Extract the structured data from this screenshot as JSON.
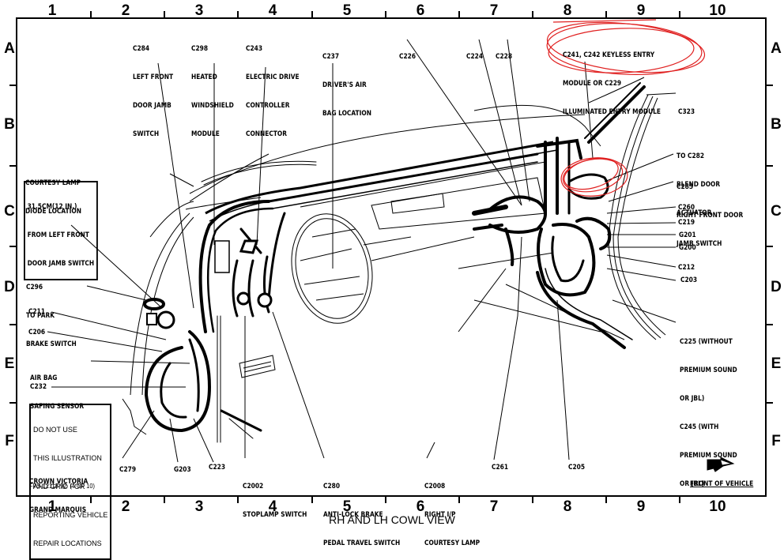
{
  "grid": {
    "columns": [
      "1",
      "2",
      "3",
      "4",
      "5",
      "6",
      "7",
      "8",
      "9",
      "10"
    ],
    "rows": [
      "A",
      "B",
      "C",
      "D",
      "E",
      "F"
    ]
  },
  "title": "RH AND LH COWL VIEW",
  "callouts": {
    "c284": [
      "C284",
      "LEFT FRONT",
      "DOOR JAMB",
      "SWITCH"
    ],
    "c298": [
      "C298",
      "HEATED",
      "WINDSHIELD",
      "MODULE"
    ],
    "c243": [
      "C243",
      "ELECTRIC DRIVE",
      "CONTROLLER",
      "CONNECTOR"
    ],
    "c237": [
      "C237",
      "DRIVER'S AIR",
      "BAG LOCATION"
    ],
    "c226": [
      "C226"
    ],
    "c224": [
      "C224"
    ],
    "c228": [
      "C228"
    ],
    "keyless": [
      "C241, C242 KEYLESS ENTRY",
      "MODULE OR C229",
      "ILLUMINATED ENTRY MODULE"
    ],
    "c323": [
      "C323"
    ],
    "c282": [
      "TO C282",
      "BLEND DOOR",
      "ACTUATOR"
    ],
    "c285": [
      "C285",
      "RIGHT FRONT DOOR",
      "JAMB SWITCH"
    ],
    "c260": [
      "C260"
    ],
    "c219": [
      "C219"
    ],
    "g201": [
      "G201"
    ],
    "g200": [
      "G200"
    ],
    "c212": [
      "C212"
    ],
    "c203": [
      "C203"
    ],
    "c225": [
      "C225 (WITHOUT",
      "PREMIUM SOUND",
      "OR JBL)",
      "C245 (WITH",
      "PREMIUM SOUND",
      "OR JBL)"
    ],
    "courtesy_lamp": [
      "COURTESY LAMP",
      "DIODE LOCATION"
    ],
    "courtesy_box": [
      "31.5CM(12 IN.)",
      "FROM LEFT FRONT",
      "DOOR JAMB SWITCH"
    ],
    "c296": [
      "C296",
      "TO PARK",
      "BRAKE SWITCH"
    ],
    "c211": [
      "C211"
    ],
    "c206": [
      "C206"
    ],
    "airbag": [
      "AIR BAG",
      "SAFING SENSOR"
    ],
    "c232": [
      "C232"
    ],
    "c279": [
      "C279"
    ],
    "g203": [
      "G203"
    ],
    "c223": [
      "C223"
    ],
    "c2002": [
      "C2002",
      "STOPLAMP SWITCH"
    ],
    "c280": [
      "C280",
      "ANTI-LOCK BRAKE",
      "PEDAL TRAVEL SWITCH"
    ],
    "c2008": [
      "C2008",
      "RIGHT I/P",
      "COURTESY LAMP"
    ],
    "c261": [
      "C261"
    ],
    "c205": [
      "C205"
    ]
  },
  "disclaimer": [
    "DO NOT USE",
    "THIS ILLUSTRATION",
    "AND GRID FOR",
    "REPORTING VEHICLE",
    "REPAIR LOCATIONS"
  ],
  "vehicle": [
    "CROWN VICTORIA",
    "GRAND MARQUIS"
  ],
  "doc_ref": "FPS-12118-92  (4 OF 10)",
  "front_of_vehicle": "FRONT OF VEHICLE",
  "annotation_color": "#e02020"
}
